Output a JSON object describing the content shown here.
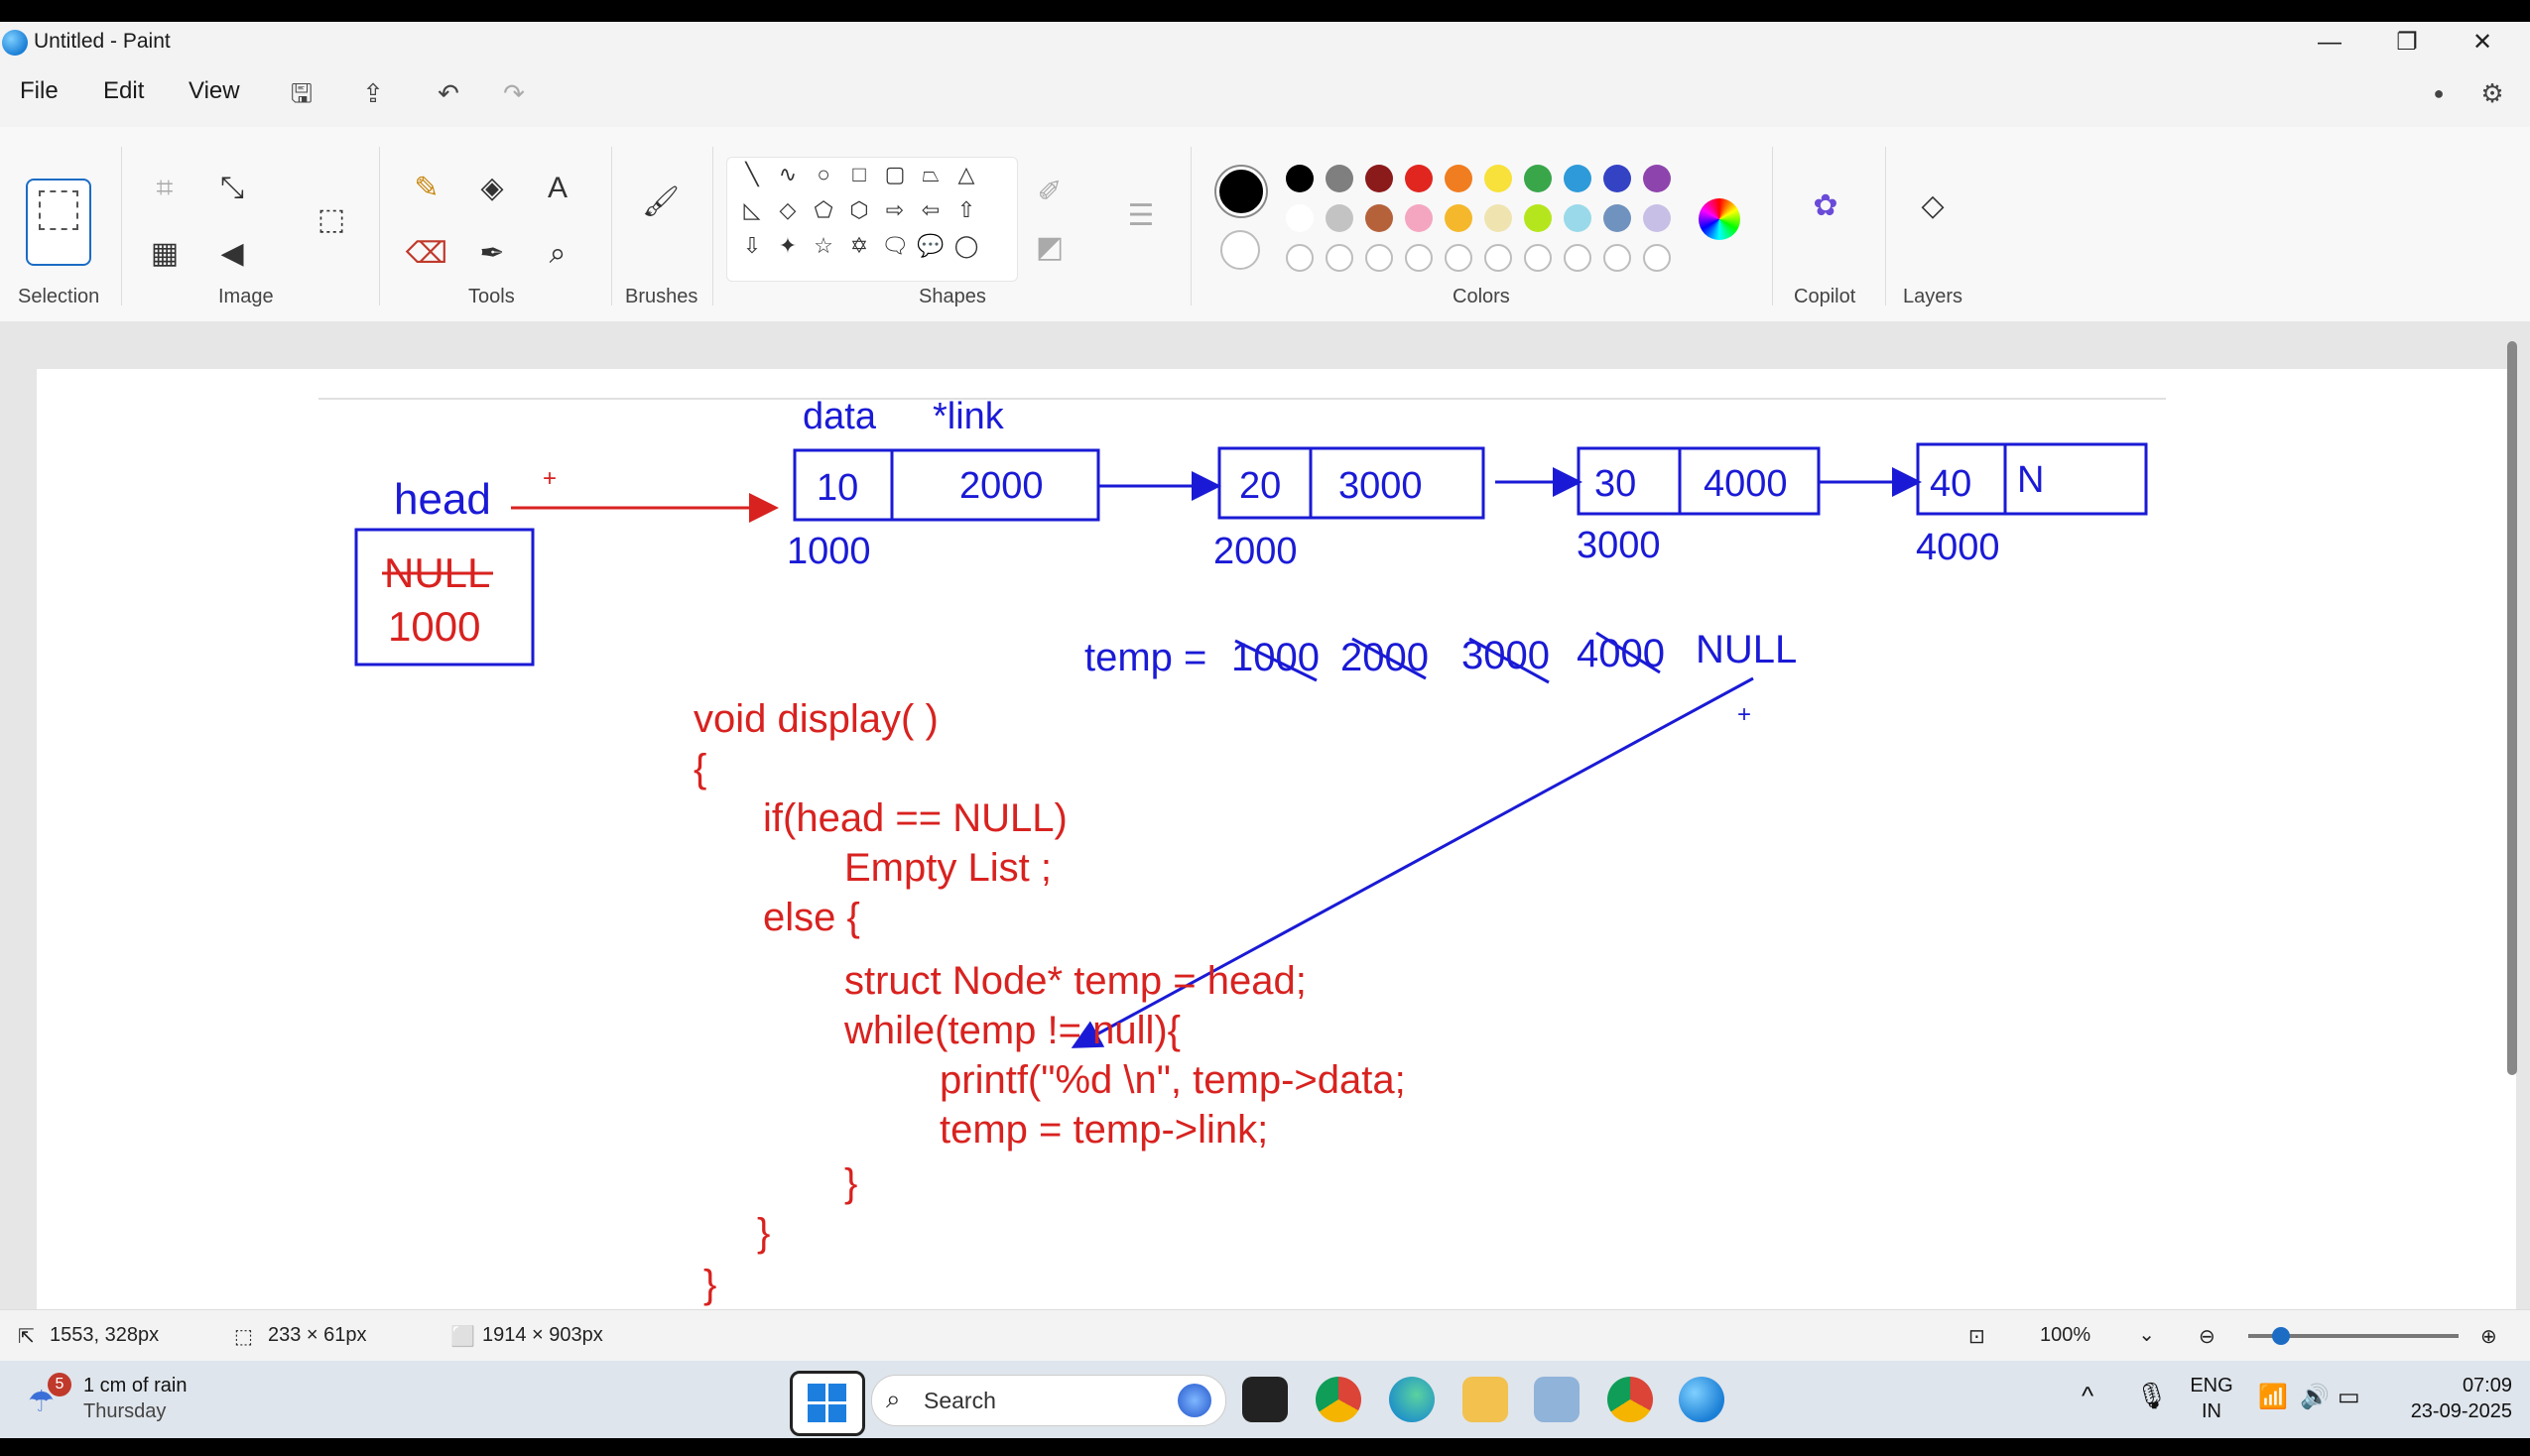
{
  "window": {
    "title": "Untitled - Paint",
    "minimize": "—",
    "restore": "❐",
    "close": "✕"
  },
  "menu": {
    "file": "File",
    "edit": "Edit",
    "view": "View"
  },
  "ribbon": {
    "groups": {
      "selection": "Selection",
      "image": "Image",
      "tools": "Tools",
      "brushes": "Brushes",
      "shapes": "Shapes",
      "colors": "Colors",
      "copilot": "Copilot",
      "layers": "Layers"
    },
    "colors_row1": [
      "#000000",
      "#7f7f7f",
      "#8b1a1a",
      "#e0261f",
      "#f07d20",
      "#f7e13a",
      "#3aa64a",
      "#2e9ad9",
      "#3443c4",
      "#8e44ad"
    ],
    "colors_row2": [
      "#ffffff",
      "#c3c3c3",
      "#b5623b",
      "#f4a6c1",
      "#f5b82c",
      "#efe4b0",
      "#b5e61d",
      "#99d9ea",
      "#7092be",
      "#c8bfe7"
    ],
    "primary_color": "#000000",
    "secondary_color": "#ffffff"
  },
  "drawing": {
    "header_data": "data",
    "header_link": "*link",
    "head_label": "head",
    "head_old": "NULL",
    "head_value": "1000",
    "nodes": [
      {
        "data": "10",
        "link": "2000",
        "addr": "1000"
      },
      {
        "data": "20",
        "link": "3000",
        "addr": "2000"
      },
      {
        "data": "30",
        "link": "4000",
        "addr": "3000"
      },
      {
        "data": "40",
        "link": "N",
        "addr": "4000"
      }
    ],
    "temp_label": "temp =",
    "temp_values": [
      "1000",
      "2000",
      "3000",
      "4000",
      "NULL"
    ],
    "code": [
      "void display( )",
      "{",
      "if(head == NULL)",
      "Empty List ;",
      "else {",
      "struct Node*  temp = head;",
      "while(temp != null){",
      "printf(\"%d \\n\", temp->data;",
      "temp = temp->link;",
      "}",
      "}",
      "}"
    ]
  },
  "status": {
    "cursor": "1553, 328px",
    "selection": "233 × 61px",
    "canvas_size": "1914 × 903px",
    "zoom": "100%"
  },
  "taskbar": {
    "weather_badge": "5",
    "weather_text": "1 cm of rain",
    "weather_day": "Thursday",
    "search": "Search",
    "lang1": "ENG",
    "lang2": "IN",
    "time": "07:09",
    "date": "23-09-2025"
  }
}
